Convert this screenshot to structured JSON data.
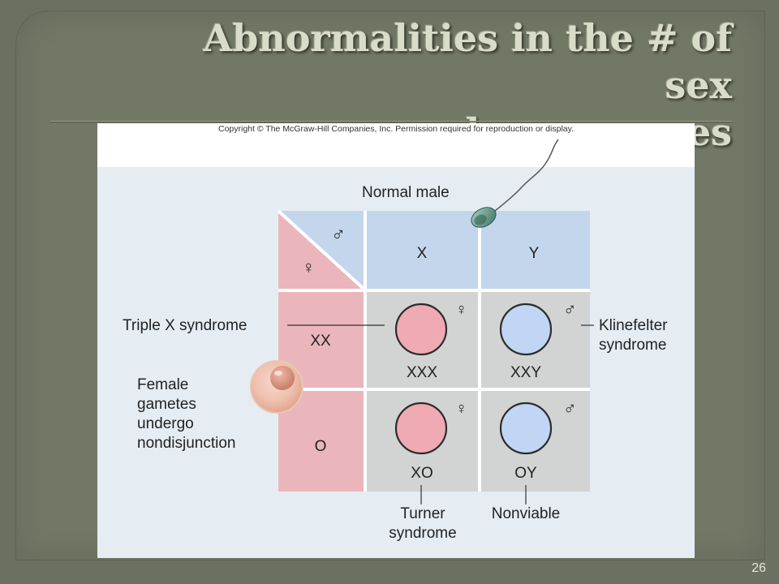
{
  "slide": {
    "title_line1": "Abnormalities in the # of sex",
    "title_line2": "chromosomes",
    "page_number": "26"
  },
  "figure": {
    "copyright": "Copyright © The McGraw-Hill Companies, Inc. Permission required for reproduction or display.",
    "normal_male_label": "Normal male",
    "male_symbol": "♂",
    "female_symbol": "♀",
    "columns": [
      "X",
      "Y"
    ],
    "rows": [
      "XX",
      "O"
    ],
    "cells": [
      {
        "genotype": "XXX",
        "sex": "female"
      },
      {
        "genotype": "XXY",
        "sex": "male"
      },
      {
        "genotype": "XO",
        "sex": "female"
      },
      {
        "genotype": "OY",
        "sex": "male"
      }
    ],
    "annotations": {
      "triple_x": "Triple X syndrome",
      "klinefelter_line1": "Klinefelter",
      "klinefelter_line2": "syndrome",
      "female_gametes": [
        "Female",
        "gametes",
        "undergo",
        "nondisjunction"
      ],
      "turner_line1": "Turner",
      "turner_line2": "syndrome",
      "nonviable": "Nonviable"
    },
    "colors": {
      "pink": "#eab6bb",
      "blue": "#c3d6ec",
      "gray": "#d2d3d3",
      "circle_pink": "#f0aab4",
      "circle_blue": "#c0d6f4"
    }
  }
}
